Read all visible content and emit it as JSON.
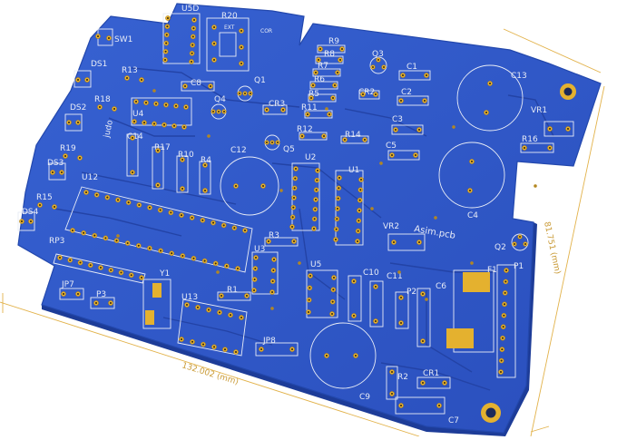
{
  "scene": {
    "board_text": "Asim.pcb",
    "dimension_width": "132.002 (mm)",
    "dimension_height": "81.751 (mm)",
    "colors": {
      "board": "#2f55c4",
      "board_edge": "#2348ad",
      "pad": "#e4b12f",
      "silkscreen": "#e8ecf6",
      "dimension": "#e2b24a"
    }
  },
  "components": [
    {
      "ref": "U5D"
    },
    {
      "ref": "R20"
    },
    {
      "ref": "EXT"
    },
    {
      "ref": "COR"
    },
    {
      "ref": "SW1"
    },
    {
      "ref": "DS1"
    },
    {
      "ref": "DS2"
    },
    {
      "ref": "DS3"
    },
    {
      "ref": "DS4"
    },
    {
      "ref": "R13"
    },
    {
      "ref": "R18"
    },
    {
      "ref": "R19"
    },
    {
      "ref": "R15"
    },
    {
      "ref": "C8"
    },
    {
      "ref": "U4"
    },
    {
      "ref": "Q1"
    },
    {
      "ref": "Q4"
    },
    {
      "ref": "CR3"
    },
    {
      "ref": "C14"
    },
    {
      "ref": "R17"
    },
    {
      "ref": "R10"
    },
    {
      "ref": "R4"
    },
    {
      "ref": "C12"
    },
    {
      "ref": "Q5"
    },
    {
      "ref": "R9"
    },
    {
      "ref": "R8"
    },
    {
      "ref": "R7"
    },
    {
      "ref": "R6"
    },
    {
      "ref": "R5"
    },
    {
      "ref": "R11"
    },
    {
      "ref": "R12"
    },
    {
      "ref": "Q3"
    },
    {
      "ref": "C1"
    },
    {
      "ref": "CR2"
    },
    {
      "ref": "C2"
    },
    {
      "ref": "C3"
    },
    {
      "ref": "C5"
    },
    {
      "ref": "R14"
    },
    {
      "ref": "C13"
    },
    {
      "ref": "VR1"
    },
    {
      "ref": "R16"
    },
    {
      "ref": "C4"
    },
    {
      "ref": "U2"
    },
    {
      "ref": "U1"
    },
    {
      "ref": "U12"
    },
    {
      "ref": "RP3"
    },
    {
      "ref": "R3"
    },
    {
      "ref": "U3"
    },
    {
      "ref": "VR2"
    },
    {
      "ref": "Q2"
    },
    {
      "ref": "P1"
    },
    {
      "ref": "F1"
    },
    {
      "ref": "U5"
    },
    {
      "ref": "C10"
    },
    {
      "ref": "C11"
    },
    {
      "ref": "P2"
    },
    {
      "ref": "C6"
    },
    {
      "ref": "JP7"
    },
    {
      "ref": "P3"
    },
    {
      "ref": "Y1"
    },
    {
      "ref": "U13"
    },
    {
      "ref": "R1"
    },
    {
      "ref": "JP8"
    },
    {
      "ref": "C9"
    },
    {
      "ref": "R2"
    },
    {
      "ref": "CR1"
    },
    {
      "ref": "C7"
    },
    {
      "ref": "judo"
    }
  ]
}
